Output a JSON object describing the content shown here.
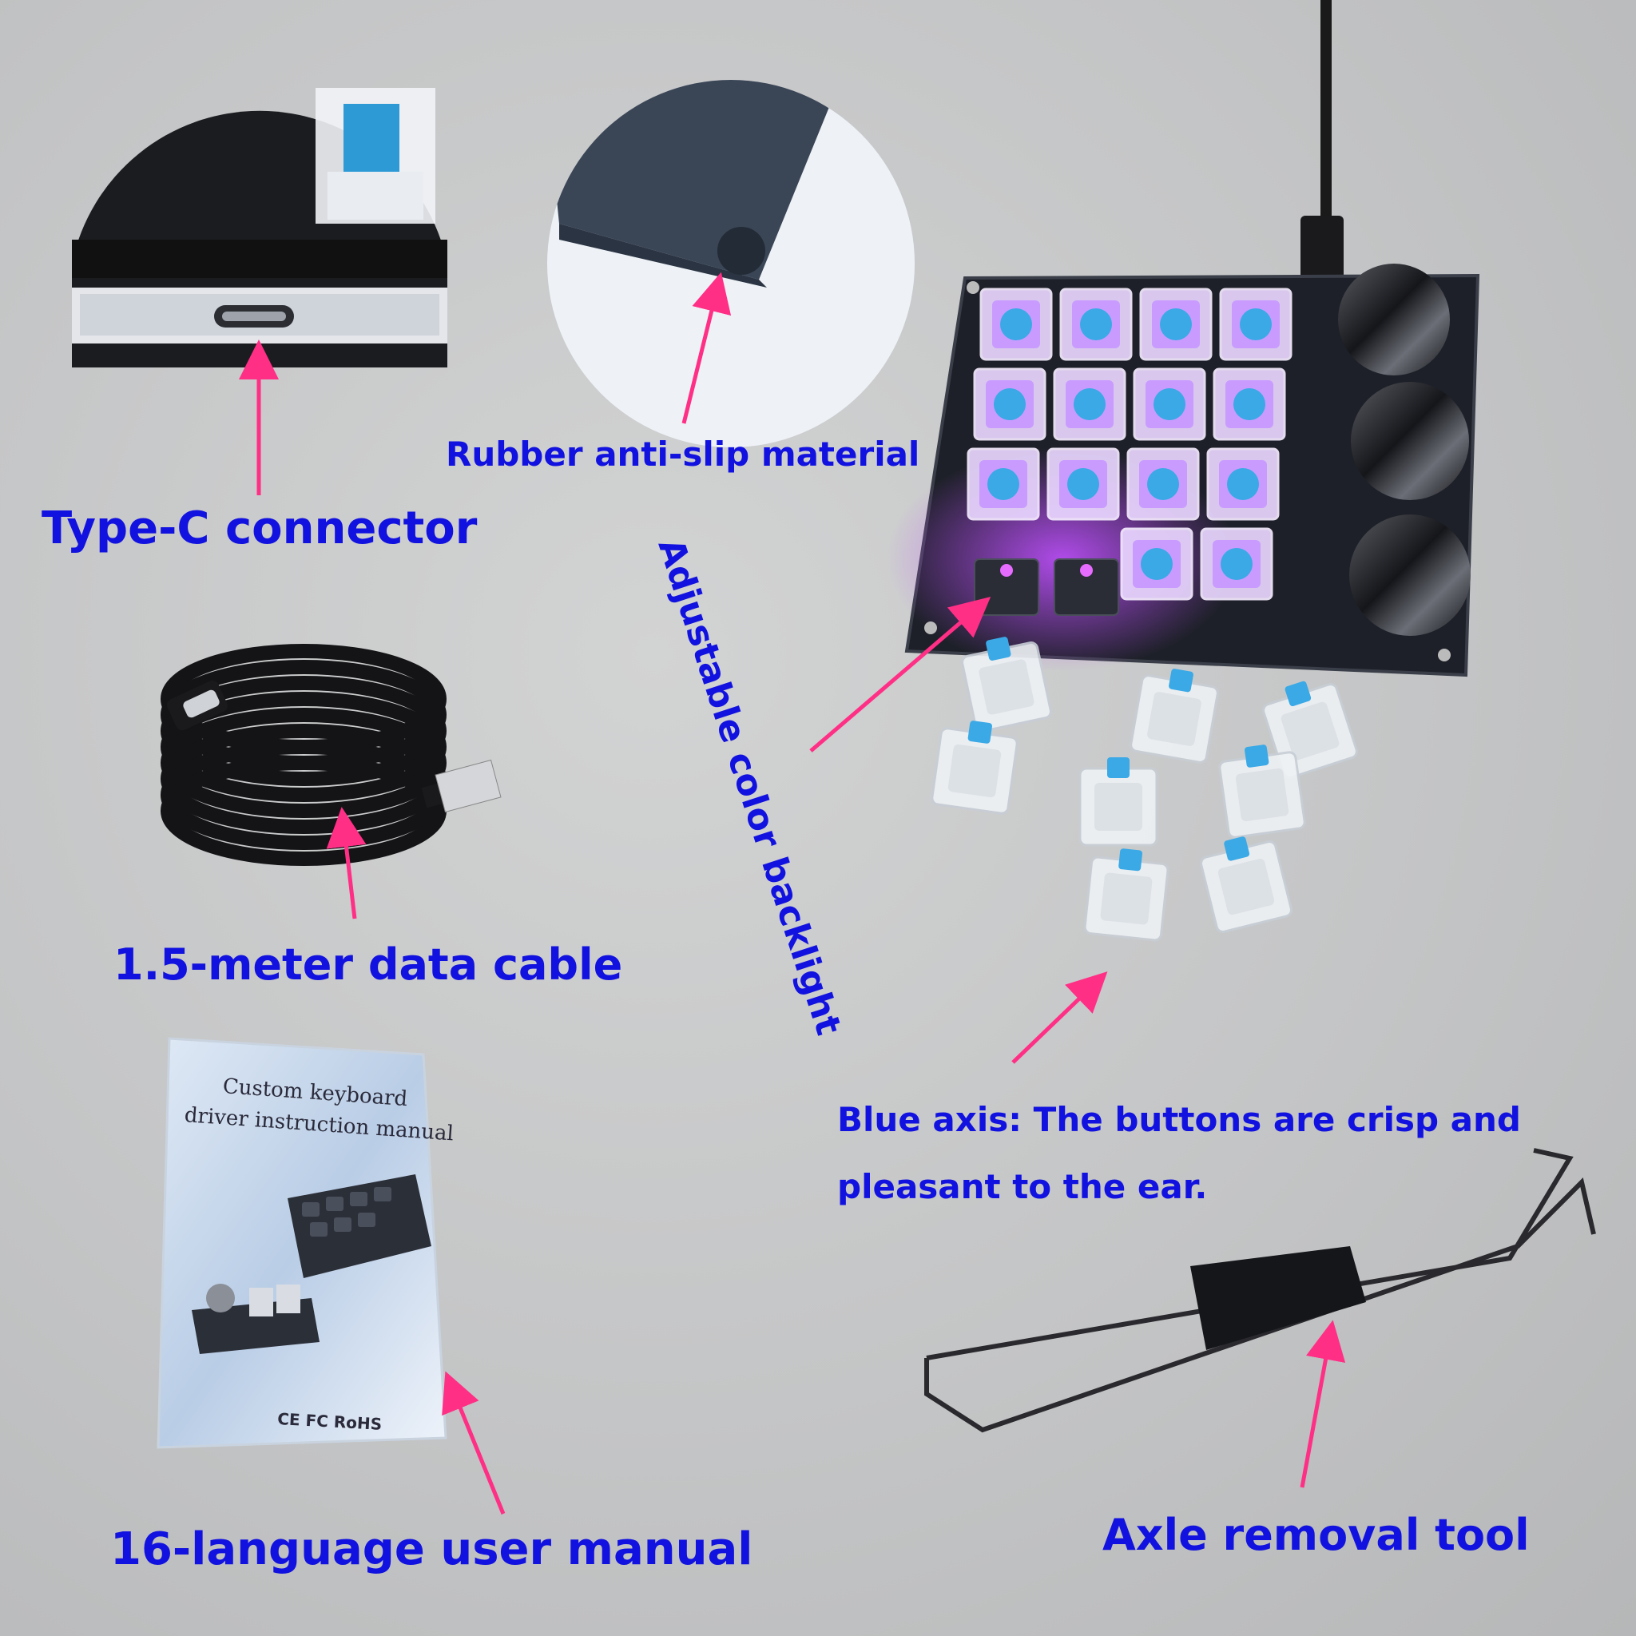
{
  "labels": {
    "type_c": "Type-C connector",
    "rubber": "Rubber anti-slip material",
    "backlight": "Adjustable color backlight",
    "cable": "1.5-meter data cable",
    "blue_axis": "Blue axis: The buttons are crisp and pleasant to the ear.",
    "manual": "16-language user manual",
    "tool": "Axle removal tool"
  },
  "manual_cover": {
    "title": "Custom keyboard",
    "subtitle": "driver instruction manual",
    "certifications": "CE FC RoHS"
  },
  "colors": {
    "label_text": "#1212e0",
    "arrow": "#ff2f86",
    "backlight_glow": "#b040ff",
    "switch_stem": "#3aa9e6"
  },
  "keypad": {
    "key_count": 14,
    "knob_count": 3
  }
}
